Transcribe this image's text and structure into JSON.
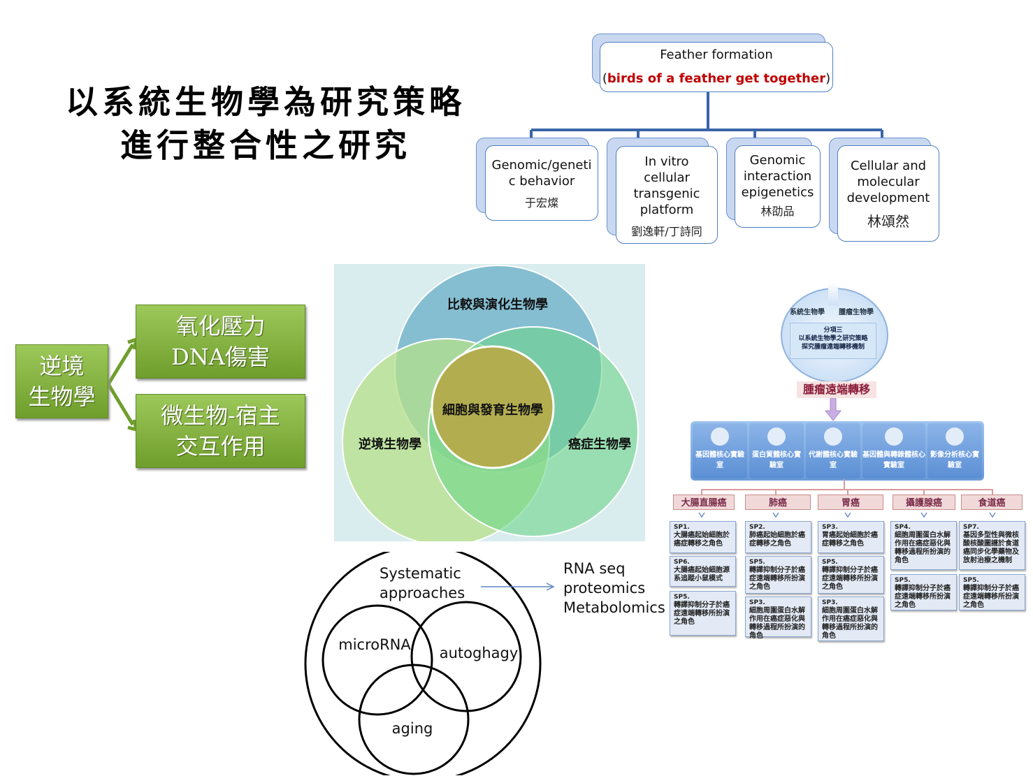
{
  "title": {
    "line1": "以系統生物學為研究策略",
    "line2": "進行整合性之研究"
  },
  "org_chart": {
    "root": {
      "line1": "Feather formation",
      "open": "(",
      "highlight": "birds of a feather get together",
      "close": ")"
    },
    "children": [
      {
        "label": "Genomic/geneti c behavior",
        "name": "于宏燦"
      },
      {
        "label": "In vitro cellular transgenic platform",
        "name": "劉逸軒/丁詩同"
      },
      {
        "label": "Genomic interaction epigenetics",
        "name": "林劭品"
      },
      {
        "label": "Cellular and molecular development",
        "name": "林頌然"
      }
    ]
  },
  "stress_tree": {
    "root": {
      "line1": "逆境",
      "line2": "生物學"
    },
    "branch1": {
      "line1": "氧化壓力",
      "line2": "DNA傷害"
    },
    "branch2": {
      "line1": "微生物-宿主",
      "line2": "交互作用"
    }
  },
  "venn_main": {
    "top": "比較與演化生物學",
    "left": "逆境生物學",
    "right": "癌症生物學",
    "center": "細胞與發育生物學",
    "colors": {
      "top": "#6fb3c9",
      "left": "#b6e08a",
      "right": "#6ed68a",
      "center": "#b2ad4f",
      "background": "#d9ecee"
    }
  },
  "venn_small": {
    "outer": {
      "line1": "Systematic",
      "line2": "approaches"
    },
    "a": "microRNA",
    "b": "autoghagy",
    "c": "aging",
    "arrow_targets": [
      "RNA seq",
      "proteomics",
      "Metabolomics"
    ]
  },
  "cancer_diagram": {
    "top_left": "系統生物學",
    "top_right": "腫瘤生物學",
    "sub1": "分項三",
    "sub2": "以系統生物學之研究策略",
    "sub3": "探究腫瘤遠端轉移機制",
    "main": "腫瘤遠端轉移",
    "cores": [
      "基因體核心實驗室",
      "蛋白質體核心實驗室",
      "代謝體核心實驗室",
      "基因體與轉錄體核心實驗室",
      "影像分析核心實驗室"
    ],
    "categories": [
      "大腸直腸癌",
      "肺癌",
      "胃癌",
      "攝護腺癌",
      "食道癌"
    ],
    "columns": [
      [
        {
          "code": "SP1.",
          "text": "大腸癌起始細胞於癌症轉移之角色"
        },
        {
          "code": "SP6.",
          "text": "大腸癌起始細胞源系追蹤小鼠模式"
        },
        {
          "code": "SP5.",
          "text": "轉譯抑制分子於癌症遠端轉移所扮演之角色"
        }
      ],
      [
        {
          "code": "SP2.",
          "text": "肺癌起始細胞於癌症轉移之角色"
        },
        {
          "code": "SP5.",
          "text": "轉譯抑制分子於癌症遠端轉移所扮演之角色"
        },
        {
          "code": "SP3.",
          "text": "細胞周圍蛋白水解作用在癌症惡化與轉移過程所扮演的角色"
        }
      ],
      [
        {
          "code": "SP3.",
          "text": "胃癌起始細胞於癌症轉移之角色"
        },
        {
          "code": "SP5.",
          "text": "轉譯抑制分子於癌症遠端轉移所扮演之角色"
        },
        {
          "code": "SP3.",
          "text": "細胞周圍蛋白水解作用在癌症惡化與轉移過程所扮演的角色"
        }
      ],
      [
        {
          "code": "SP4.",
          "text": "細胞周圍蛋白水解作用在癌症惡化與轉移過程所扮演的角色"
        },
        {
          "code": "SP5.",
          "text": "轉譯抑制分子於癌症遠端轉移所扮演之角色"
        }
      ],
      [
        {
          "code": "SP7.",
          "text": "基因多型性與微核酸核酸圖譜於食道癌同步化學藥物及放射治療之機制"
        },
        {
          "code": "SP5.",
          "text": "轉譯抑制分子於癌症遠端轉移所扮演之角色"
        }
      ]
    ]
  }
}
